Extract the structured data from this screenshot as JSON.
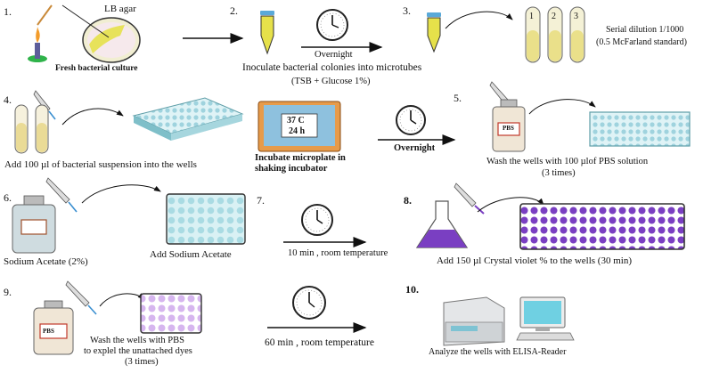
{
  "steps": {
    "s1": {
      "number": "1.",
      "agar_label": "LB agar",
      "caption": "Fresh bacterial culture"
    },
    "s2": {
      "number": "2.",
      "arrow_label": "Overnight",
      "caption_line1": "Inoculate bacterial colonies into microtubes",
      "caption_line2": "(TSB + Glucose 1%)"
    },
    "s3": {
      "number": "3.",
      "tube_labels": [
        "1",
        "2",
        "3"
      ],
      "caption_line1": "Serial dilution 1/1000",
      "caption_line2": "(0.5 McFarland standard)"
    },
    "s4": {
      "number": "4.",
      "caption": "Add 100 µl of bacterial suspension into the wells"
    },
    "incubator": {
      "temp": "37 C",
      "time": "24 h",
      "caption_line1": "Incubate microplate in",
      "caption_line2": "shaking incubator",
      "arrow_label": "Overnight"
    },
    "s5": {
      "number": "5.",
      "bottle_label": "PBS",
      "caption_line1": "Wash the wells with 100 µlof PBS solution",
      "caption_line2": "(3 times)"
    },
    "s6": {
      "number": "6.",
      "caption_left": "Sodium Acetate (2%)",
      "caption_right": "Add Sodium Acetate"
    },
    "s7": {
      "number": "7.",
      "caption": "10 min , room temperature"
    },
    "s8": {
      "number": "8.",
      "caption": "Add 150 µl Crystal violet % to the wells  (30 min)"
    },
    "s9": {
      "number": "9.",
      "bottle_label": "PBS",
      "caption_line1": "Wash the wells with PBS",
      "caption_line2": "to explel the unattached dyes",
      "caption_line3": "(3 times)"
    },
    "s9b": {
      "caption": "60 min , room temperature"
    },
    "s10": {
      "number": "10.",
      "caption": "Analyze the wells with ELISA-Reader"
    }
  },
  "colors": {
    "yellow_liquid": "#e6e14a",
    "crystal_violet": "#7a3fc2",
    "plate_blue": "#bfe3ea",
    "outline": "#333333"
  }
}
